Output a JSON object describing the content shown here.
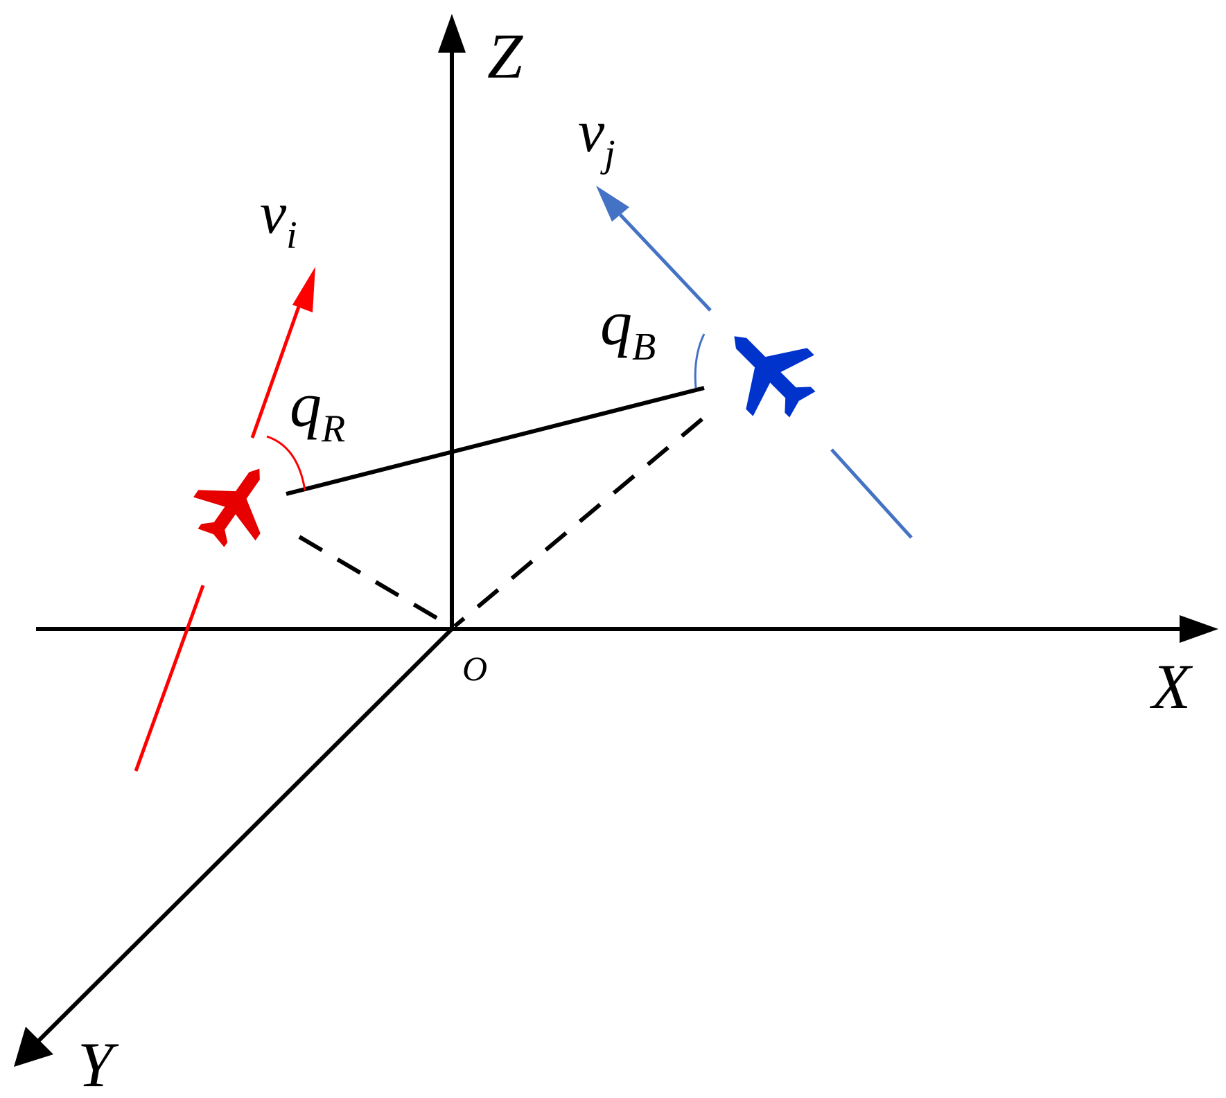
{
  "diagram": {
    "axis_labels": {
      "x": "X",
      "y": "Y",
      "z": "Z",
      "origin": "O"
    },
    "velocity_labels": {
      "red": {
        "base": "v",
        "sub": "i"
      },
      "blue": {
        "base": "v",
        "sub": "j"
      }
    },
    "angle_labels": {
      "red": {
        "base": "q",
        "sub": "R"
      },
      "blue": {
        "base": "q",
        "sub": "B"
      }
    },
    "colors": {
      "axis": "#000000",
      "red_aircraft": "#e60000",
      "red_vector": "#ff0000",
      "blue_aircraft": "#0033cc",
      "blue_vector": "#4472c4"
    },
    "icons": {
      "red_aircraft": "airplane-icon",
      "blue_aircraft": "airplane-icon"
    }
  }
}
